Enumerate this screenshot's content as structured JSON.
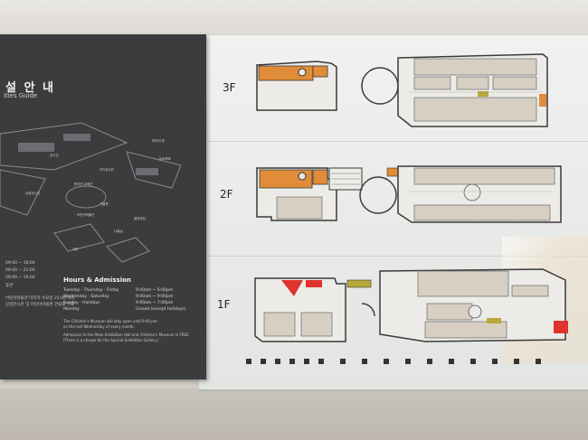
{
  "directory": {
    "title_ko": "설 안 내",
    "title_en": "ities Guide",
    "map_labels": [
      "보안의 문",
      "전시관",
      "국가유산관",
      "어린이박물관",
      "열린마당",
      "거울못",
      "나들길",
      "서문",
      "미르폭포",
      "상설전시관",
      "한국관 교육관"
    ],
    "left_hours": [
      {
        "time": "09:00 ~ 18:00"
      },
      {
        "time": "09:00 ~ 21:00"
      },
      {
        "time": "09:00 ~ 19:00"
      },
      {
        "time": "휴관"
      }
    ],
    "left_notes": [
      "어린이박물관 마지막 수요일 21:00 까지",
      "상설전시관 및 어린이박물관 관람료 무료"
    ],
    "hours": {
      "title": "Hours & Admission",
      "rows": [
        {
          "day": "Tuesday · Thursday · Friday",
          "time": "9:00am ~ 6:00pm"
        },
        {
          "day": "Wednesday · Saturday",
          "time": "9:00am ~ 9:00pm"
        },
        {
          "day": "Sunday · Holidays",
          "time": "9:00am ~ 7:00pm"
        },
        {
          "day": "Monday",
          "time": "Closed (except holidays)"
        }
      ],
      "note1": "The Children's Museum will stay open until 9:00 pm",
      "note1b": "on the last Wednesday of every month.",
      "note2": "Admission to the Main Exhibition Hall and Children's Museum is FREE.",
      "note3": "(There is a charge for the Special Exhibition Gallery.)"
    }
  },
  "floors": [
    {
      "label": "3F"
    },
    {
      "label": "2F"
    },
    {
      "label": "1F"
    }
  ],
  "colors": {
    "panel": "#3b3c3e",
    "room_beige": "#d8cfc3",
    "highlight_orange": "#e08c38",
    "highlight_red": "#e0322e",
    "highlight_olive": "#b8a83a",
    "outline": "#3a3a3a"
  }
}
